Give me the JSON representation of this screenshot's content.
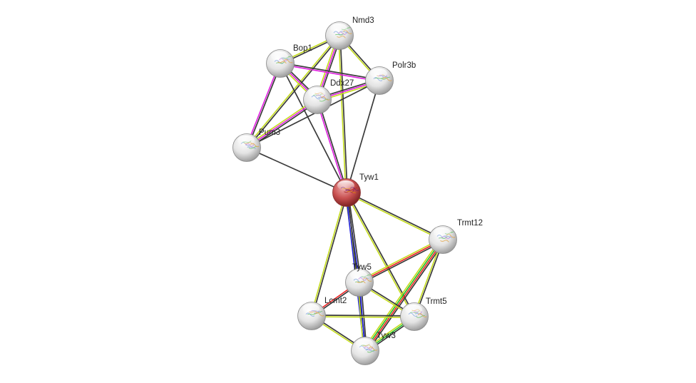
{
  "colors": {
    "black": "#3a3a3a",
    "yellowgreen": "#c4dc1c",
    "magenta": "#e01ee0",
    "red": "#ee2020",
    "green": "#20c020",
    "blue": "#2020e0",
    "query_node": "#c44848",
    "node": "#e6e6e6"
  },
  "nodes": [
    {
      "id": "Nmd3",
      "label": "Nmd3",
      "query": false
    },
    {
      "id": "Bop1",
      "label": "Bop1",
      "query": false
    },
    {
      "id": "Polr3b",
      "label": "Polr3b",
      "query": false
    },
    {
      "id": "Ddx27",
      "label": "Ddx27",
      "query": false
    },
    {
      "id": "Pum3",
      "label": "Pum3",
      "query": false
    },
    {
      "id": "Tyw1",
      "label": "Tyw1",
      "query": true
    },
    {
      "id": "Trmt12",
      "label": "Trmt12",
      "query": false
    },
    {
      "id": "Tyw5",
      "label": "Tyw5",
      "query": false
    },
    {
      "id": "Lcmt2",
      "label": "Lcmt2",
      "query": false
    },
    {
      "id": "Trmt5",
      "label": "Trmt5",
      "query": false
    },
    {
      "id": "Tyw3",
      "label": "Tyw3",
      "query": false
    }
  ],
  "edges": [
    {
      "s": "Nmd3",
      "t": "Bop1",
      "ev": [
        "black",
        "yellowgreen"
      ]
    },
    {
      "s": "Nmd3",
      "t": "Polr3b",
      "ev": [
        "black",
        "yellowgreen"
      ]
    },
    {
      "s": "Nmd3",
      "t": "Ddx27",
      "ev": [
        "black",
        "magenta",
        "yellowgreen"
      ]
    },
    {
      "s": "Nmd3",
      "t": "Pum3",
      "ev": [
        "black",
        "yellowgreen"
      ]
    },
    {
      "s": "Nmd3",
      "t": "Tyw1",
      "ev": [
        "black",
        "yellowgreen"
      ]
    },
    {
      "s": "Bop1",
      "t": "Polr3b",
      "ev": [
        "black",
        "magenta"
      ]
    },
    {
      "s": "Bop1",
      "t": "Ddx27",
      "ev": [
        "black",
        "magenta",
        "yellowgreen"
      ]
    },
    {
      "s": "Bop1",
      "t": "Pum3",
      "ev": [
        "black",
        "magenta"
      ]
    },
    {
      "s": "Bop1",
      "t": "Tyw1",
      "ev": [
        "black"
      ]
    },
    {
      "s": "Ddx27",
      "t": "Polr3b",
      "ev": [
        "black",
        "magenta",
        "yellowgreen"
      ]
    },
    {
      "s": "Ddx27",
      "t": "Pum3",
      "ev": [
        "black",
        "magenta",
        "yellowgreen"
      ]
    },
    {
      "s": "Ddx27",
      "t": "Tyw1",
      "ev": [
        "black",
        "magenta"
      ]
    },
    {
      "s": "Polr3b",
      "t": "Pum3",
      "ev": [
        "black"
      ]
    },
    {
      "s": "Polr3b",
      "t": "Tyw1",
      "ev": [
        "black"
      ]
    },
    {
      "s": "Pum3",
      "t": "Tyw1",
      "ev": [
        "black"
      ]
    },
    {
      "s": "Tyw1",
      "t": "Trmt12",
      "ev": [
        "black",
        "yellowgreen"
      ]
    },
    {
      "s": "Tyw1",
      "t": "Tyw5",
      "ev": [
        "black",
        "blue",
        "yellowgreen"
      ]
    },
    {
      "s": "Tyw1",
      "t": "Lcmt2",
      "ev": [
        "black",
        "yellowgreen"
      ]
    },
    {
      "s": "Tyw1",
      "t": "Tyw3",
      "ev": [
        "black",
        "blue"
      ]
    },
    {
      "s": "Tyw1",
      "t": "Trmt5",
      "ev": [
        "black",
        "yellowgreen"
      ]
    },
    {
      "s": "Trmt12",
      "t": "Tyw5",
      "ev": [
        "black",
        "red",
        "yellowgreen"
      ]
    },
    {
      "s": "Trmt12",
      "t": "Tyw3",
      "ev": [
        "black",
        "red",
        "green",
        "yellowgreen"
      ]
    },
    {
      "s": "Trmt12",
      "t": "Trmt5",
      "ev": [
        "black",
        "yellowgreen"
      ]
    },
    {
      "s": "Tyw5",
      "t": "Lcmt2",
      "ev": [
        "black",
        "red"
      ]
    },
    {
      "s": "Tyw5",
      "t": "Trmt5",
      "ev": [
        "black",
        "yellowgreen"
      ]
    },
    {
      "s": "Tyw5",
      "t": "Tyw3",
      "ev": [
        "black",
        "blue",
        "yellowgreen"
      ]
    },
    {
      "s": "Lcmt2",
      "t": "Trmt5",
      "ev": [
        "black",
        "yellowgreen"
      ]
    },
    {
      "s": "Lcmt2",
      "t": "Tyw3",
      "ev": [
        "black",
        "yellowgreen"
      ]
    },
    {
      "s": "Trmt5",
      "t": "Tyw3",
      "ev": [
        "black",
        "green",
        "yellowgreen"
      ]
    }
  ]
}
